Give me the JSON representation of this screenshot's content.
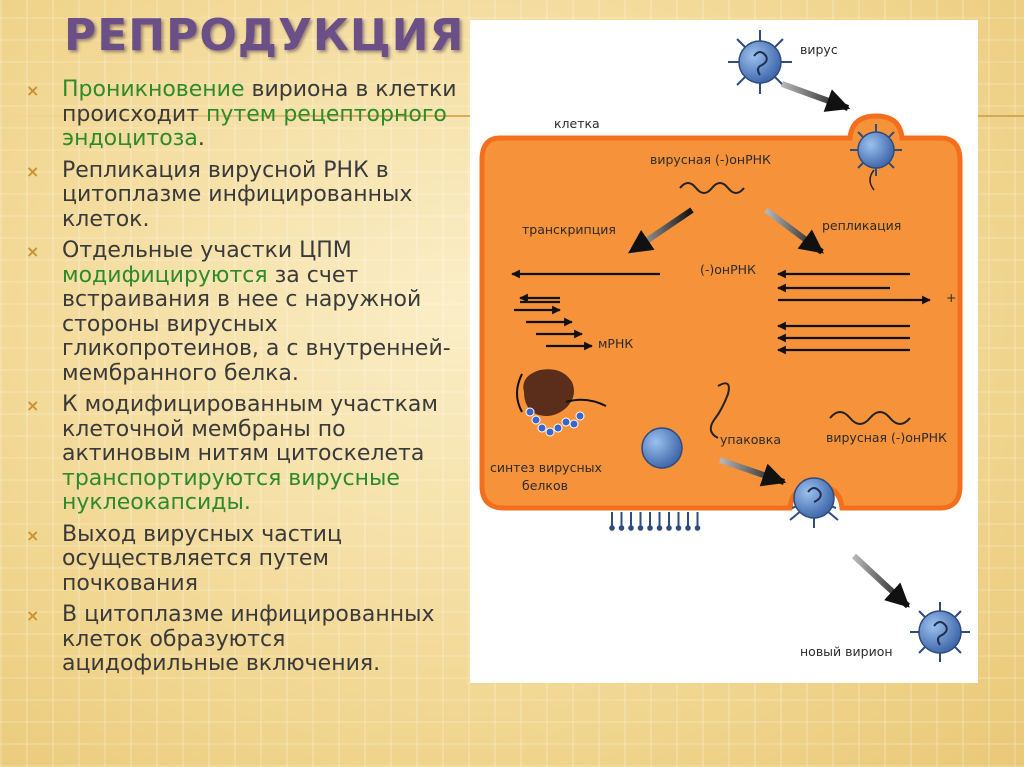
{
  "title": "РЕПРОДУКЦИЯ",
  "bullets": [
    {
      "parts": [
        {
          "t": "Проникновение",
          "c": "green"
        },
        {
          "t": " вириона в клетки происходит ",
          "c": ""
        },
        {
          "t": "путем рецепторного эндоцитоза",
          "c": "green"
        },
        {
          "t": ".",
          "c": ""
        }
      ]
    },
    {
      "parts": [
        {
          "t": " Репликация вирусной РНК   в цитоплазме инфицированных клеток.",
          "c": ""
        }
      ]
    },
    {
      "parts": [
        {
          "t": "Отдельные участки ЦПМ ",
          "c": ""
        },
        {
          "t": "модифицируются",
          "c": "green"
        },
        {
          "t": " за счет встраивания в нее с наружной стороны вирусных гликопротеинов, а с внутренней- мембранного белка.",
          "c": ""
        }
      ]
    },
    {
      "parts": [
        {
          "t": " К модифицированным участкам клеточной мембраны по актиновым нитям цитоскелета ",
          "c": ""
        },
        {
          "t": "транспортируются вирусные нуклеокапсиды.",
          "c": "green"
        }
      ]
    },
    {
      "parts": [
        {
          "t": " Выход вирусных частиц осуществляется путем почкования",
          "c": ""
        }
      ]
    },
    {
      "parts": [
        {
          "t": " В цитоплазме инфицированных клеток образуются ацидофильные включения.",
          "c": ""
        }
      ]
    }
  ],
  "diagram": {
    "labels": {
      "virus": "вирус",
      "cell": "клетка",
      "viral_rna_top": "вирусная (-)онРНК",
      "transcription": "транскрипция",
      "replication": "репликация",
      "minus_rna": "(-)онРНК",
      "plus": "+",
      "mrna": "мРНК",
      "packaging": "упаковка",
      "viral_rna_bottom": "вирусная (-)онРНК",
      "protein_synthesis_1": "синтез вирусных",
      "protein_synthesis_2": "белков",
      "new_virion": "новый вирион"
    },
    "colors": {
      "cell_fill": "#f5923a",
      "cell_stroke": "#f36f1e",
      "virion": "#5b86c4",
      "ribosome": "#5a2e1a",
      "protein": "#3a66c8"
    }
  }
}
